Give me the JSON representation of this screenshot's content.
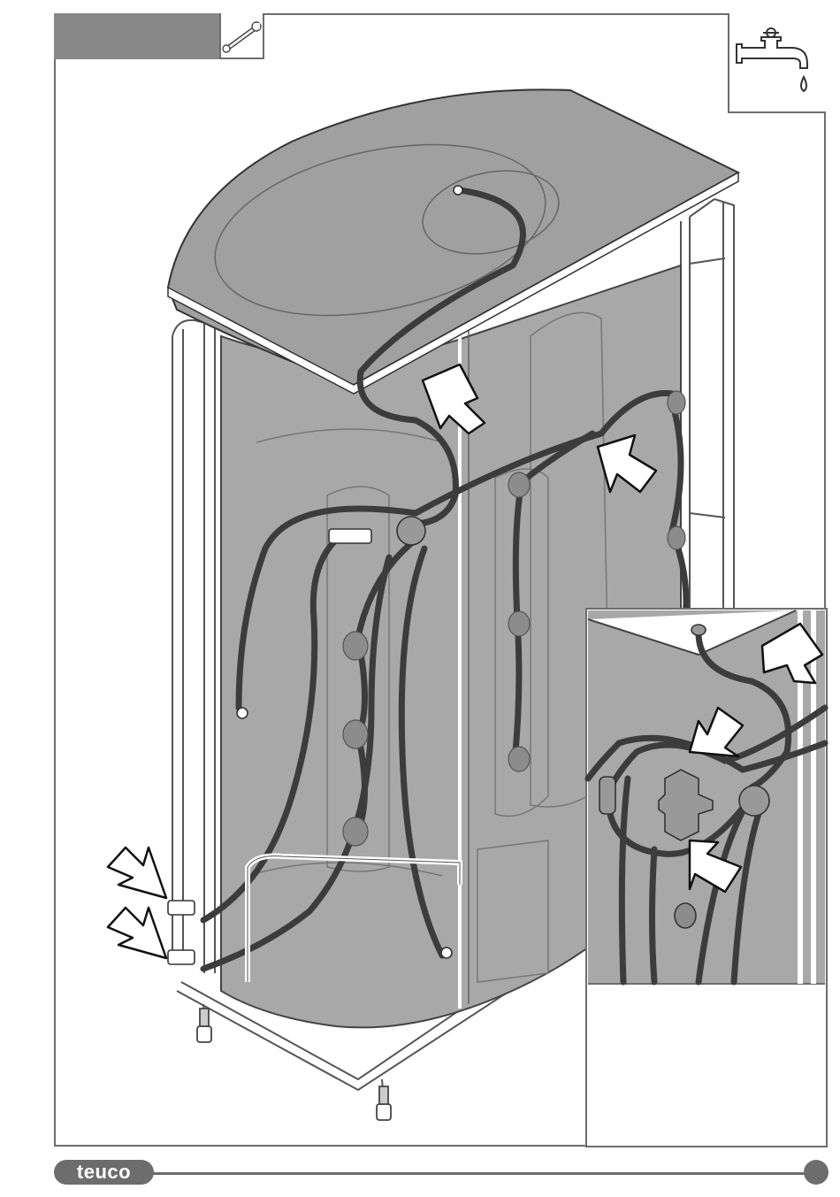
{
  "header": {
    "tool_icon": "wrench-icon",
    "water_icon": "faucet-drop-icon"
  },
  "illustration": {
    "subject": "shower-cabin-rear-plumbing",
    "detail_inset": "mixer-valve-hose-connections"
  },
  "footer": {
    "brand": "teuco"
  },
  "colors": {
    "frame": "#6d6d6d",
    "panel_gray": "#a8a8a8",
    "hose_dark": "#3c3c3c",
    "header_bar": "#888888"
  }
}
